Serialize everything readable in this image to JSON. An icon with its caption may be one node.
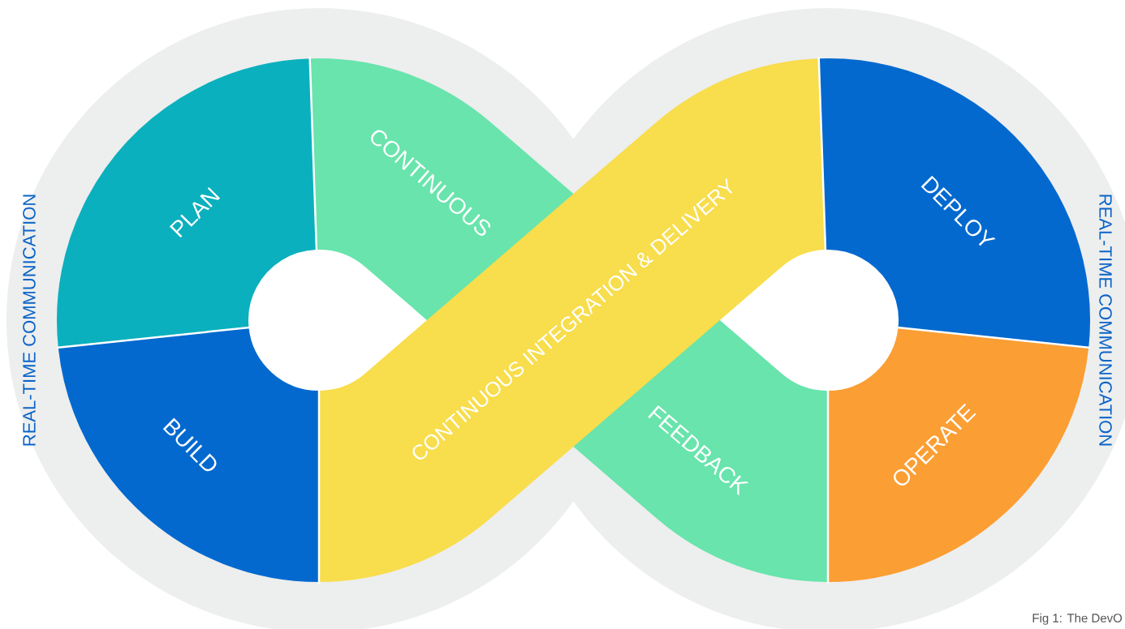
{
  "diagram": {
    "caption": "Fig 1: The DevO",
    "nodes": [
      {
        "text": [
          "PLAN"
        ]
      },
      {
        "text": [
          "BUILD"
        ]
      },
      {
        "text": [
          "CONTINUOUS",
          "FEEDBACK"
        ]
      },
      {
        "text": [
          "CONTINUOUS INTEGRATION & DELIVERY"
        ]
      },
      {
        "text": [
          "DEPLOY"
        ]
      },
      {
        "text": [
          "OPERATE"
        ]
      }
    ],
    "labels": [
      "REAL-TIME COMMUNICATION",
      "REAL-TIME COMMUNICATION"
    ]
  }
}
